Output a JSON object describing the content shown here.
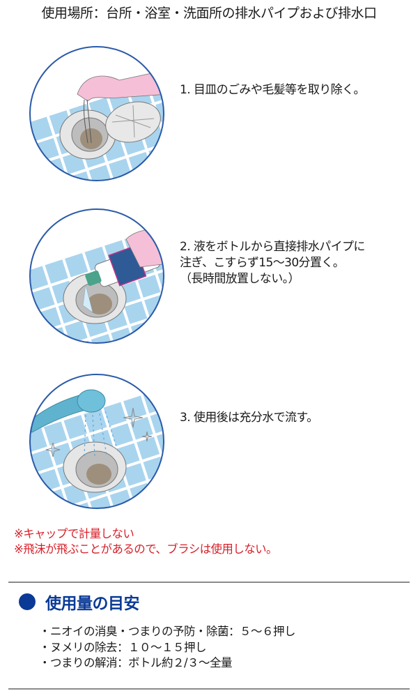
{
  "header": {
    "title": "使用場所：台所・浴室・洗面所の排水パイプおよび排水口"
  },
  "steps": [
    {
      "text": "1. 目皿のごみや毛髪等を取り除く。",
      "illustration": "hand-removing-hair-from-drain-icon"
    },
    {
      "text": "2. 液をボトルから直接排水パイプに\n注ぎ、こすらず15〜30分置く。\n（長時間放置しない。）",
      "illustration": "pouring-bottle-into-drain-icon"
    },
    {
      "text": "3. 使用後は充分水で流す。",
      "illustration": "shower-rinsing-drain-icon"
    }
  ],
  "notes": [
    "※キャップで計量しない",
    "※飛沫が飛ぶことがあるので、ブラシは使用しない。"
  ],
  "usage_guide": {
    "title": "使用量の目安",
    "items": [
      "・ニオイの消臭・つまりの予防・除菌：５〜６押し",
      "・ヌメリの除去：１０〜１５押し",
      "・つまりの解消：ボトル約２/３〜全量"
    ]
  },
  "colors": {
    "circle_border": "#2a5aa8",
    "tile": "#a9d4ee",
    "note_red": "#d81e28",
    "heading_blue": "#0a3a96",
    "rule_gray": "#8a8a8a"
  }
}
